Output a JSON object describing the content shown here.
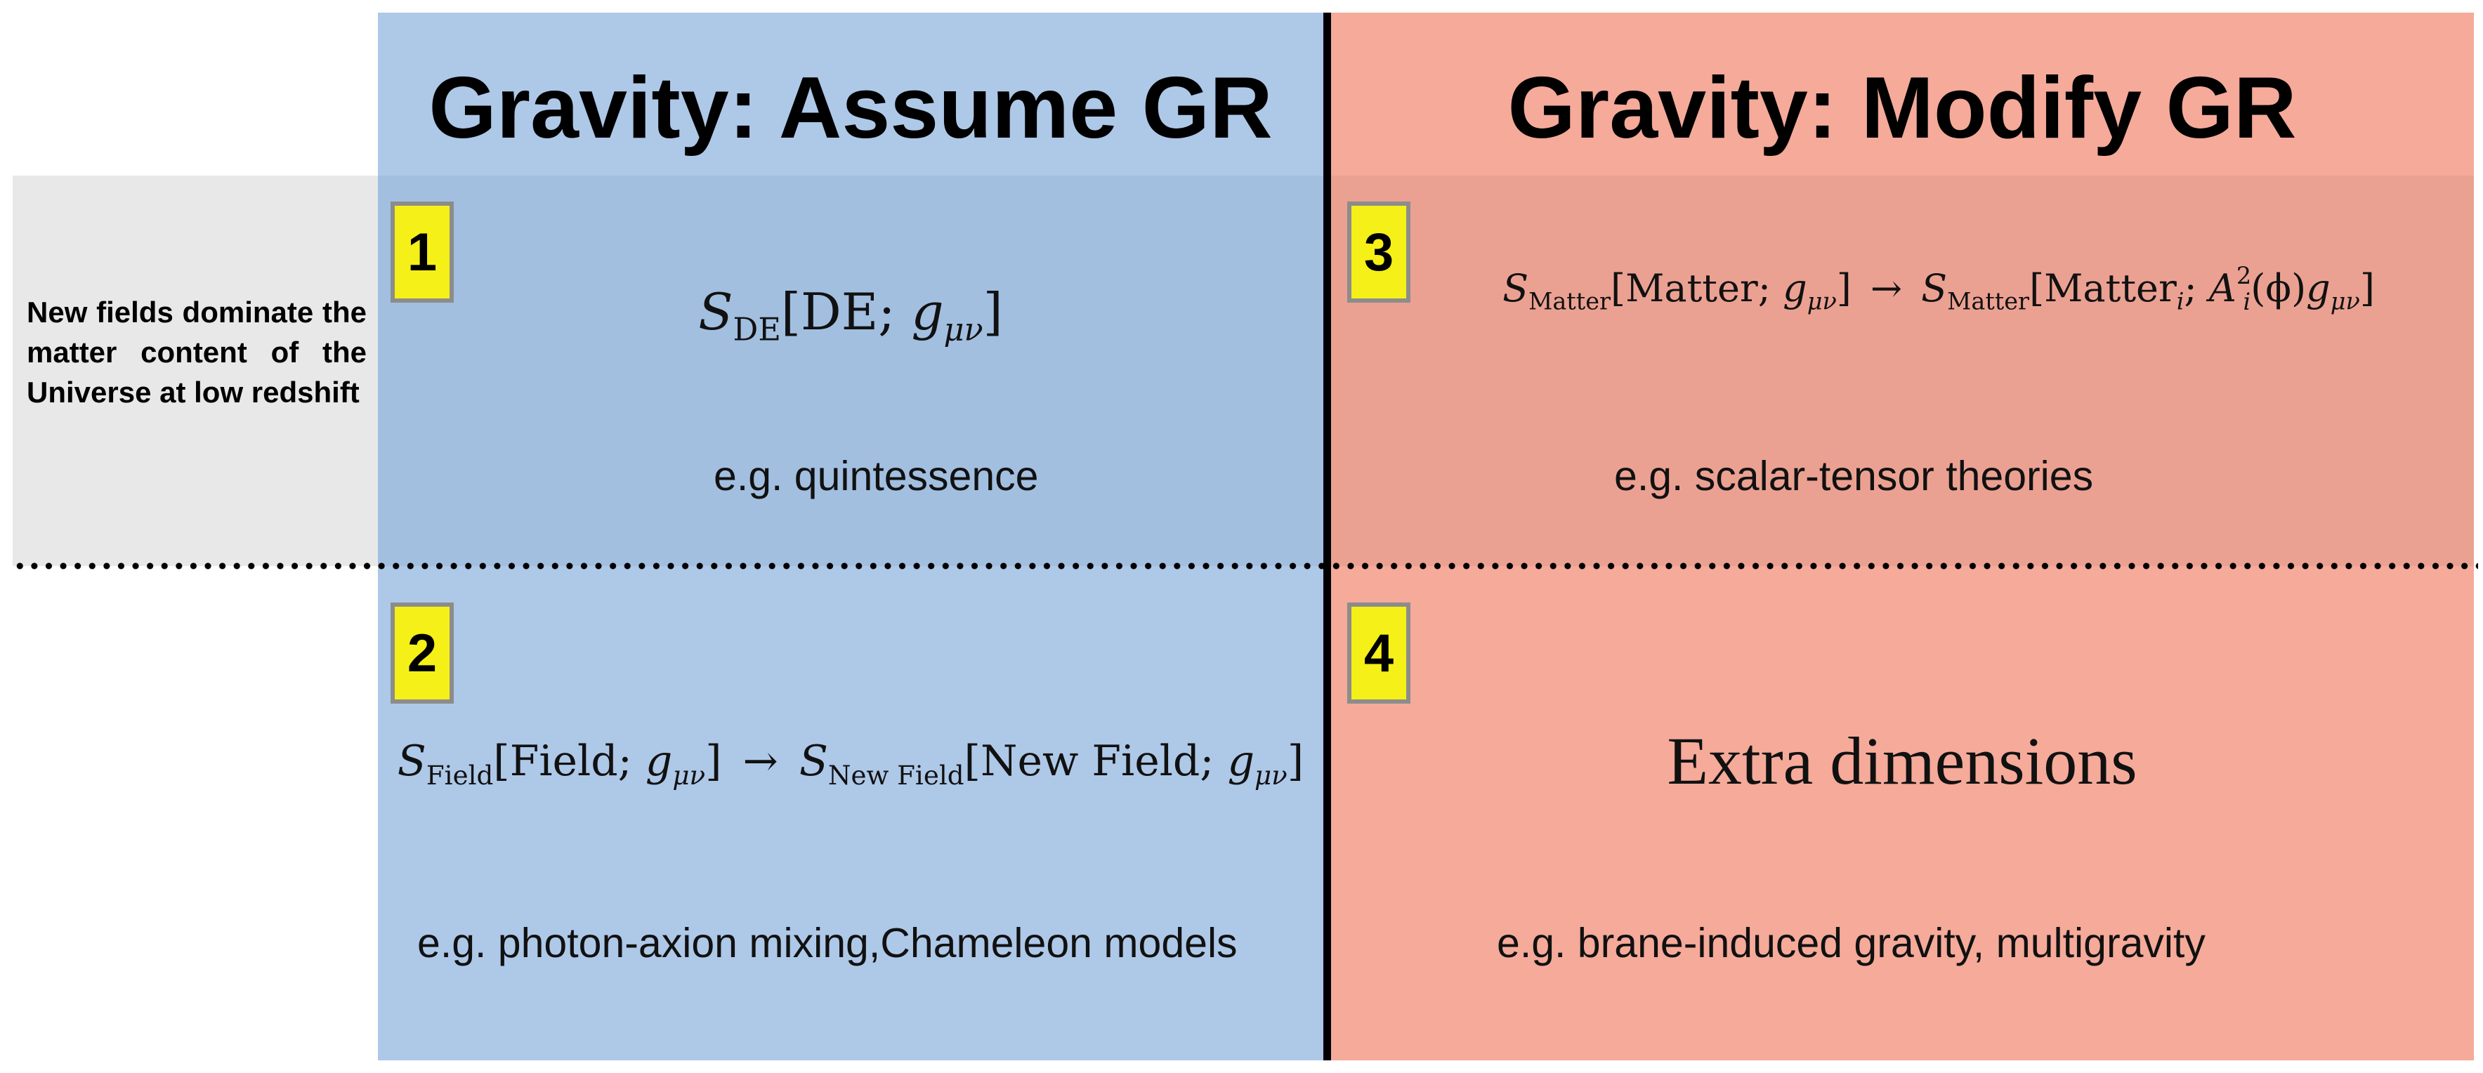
{
  "columns": {
    "left_heading": "Gravity: Assume GR",
    "right_heading": "Gravity: Modify GR"
  },
  "row_label": "New fields dominate the matter content of the Universe at low redshift",
  "quadrants": [
    {
      "number": "1",
      "formula": {
        "S": "S",
        "sub": "DE",
        "args": "[DE; ",
        "g": "g",
        "gsub": "μν",
        "close": "]"
      },
      "example": "e.g. quintessence"
    },
    {
      "number": "2",
      "formula": {
        "S1": "S",
        "sub1": "Field",
        "args1": "[Field; ",
        "g1": "g",
        "gsub1": "μν",
        "close1": "]",
        "arrow": "→",
        "S2": "S",
        "sub2": "New Field",
        "args2": "[New Field; ",
        "g2": "g",
        "gsub2": "μν",
        "close2": "]"
      },
      "example": "e.g. photon-axion mixing,Chameleon models"
    },
    {
      "number": "3",
      "formula": {
        "S1": "S",
        "sub1": "Matter",
        "args1": "[Matter; ",
        "g1": "g",
        "gsub1": "μν",
        "close1": "]",
        "arrow": "→",
        "S2": "S",
        "sub2": "Matter",
        "args2": "[Matter",
        "isub": "i",
        "semi": "; ",
        "A": "A",
        "Asup": "2",
        "Asub": "i",
        "phi": "(ϕ)",
        "g2": "g",
        "gsub2": "μν",
        "close2": "]"
      },
      "example": "e.g. scalar-tensor theories"
    },
    {
      "number": "4",
      "title": "Extra dimensions",
      "example": "e.g. brane-induced gravity, multigravity"
    }
  ],
  "colors": {
    "assume_gr": "#aec8e8",
    "assume_gr_band": "#a2bfe0",
    "modify_gr": "#f5aa9a",
    "modify_gr_band": "#eba192",
    "label_band": "#e8e8e9",
    "badge": "#f5f017"
  }
}
